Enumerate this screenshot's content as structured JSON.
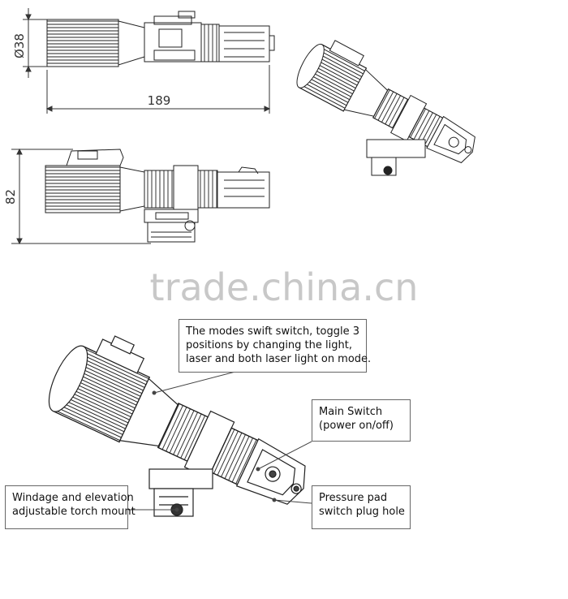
{
  "dimensions": {
    "diameter": "Ø38",
    "length": "189",
    "height": "82"
  },
  "watermark": "trade.china.cn",
  "callouts": {
    "mode_switch": {
      "lines": [
        "The modes swift switch, toggle 3",
        "positions by changing the light,",
        "laser and both laser light on mode."
      ]
    },
    "main_switch": {
      "lines": [
        "Main Switch",
        "(power on/off)"
      ]
    },
    "mount": {
      "lines": [
        "Windage and elevation",
        "adjustable torch mount"
      ]
    },
    "pressure_pad": {
      "lines": [
        "Pressure pad",
        "switch plug hole"
      ]
    }
  }
}
